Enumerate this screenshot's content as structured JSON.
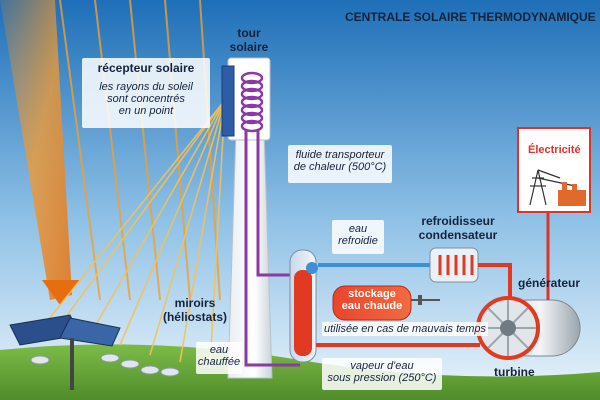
{
  "title": "CENTRALE SOLAIRE THERMODYNAMIQUE",
  "tower": {
    "line1": "tour",
    "line2": "solaire"
  },
  "receiver": {
    "title": "récepteur solaire",
    "desc1": "les rayons du soleil",
    "desc2": "sont concentrés",
    "desc3": "en un point"
  },
  "fluid": {
    "line1": "fluide transporteur",
    "line2": "de chaleur (500°C)"
  },
  "cold_water": {
    "line1": "eau",
    "line2": "refroidie"
  },
  "condenser": {
    "line1": "refroidisseur",
    "line2": "condensateur"
  },
  "electricity": "Électricité",
  "generator": "générateur",
  "storage": {
    "line1": "stockage",
    "line2": "eau chaude",
    "note": "utilisée en cas de mauvais temps"
  },
  "mirrors": {
    "line1": "miroirs",
    "line2": "(héliostats)"
  },
  "heated_water": {
    "line1": "eau",
    "line2": "chauffée"
  },
  "steam": {
    "line1": "vapeur d'eau",
    "line2": "sous pression (250°C)"
  },
  "turbine": "turbine",
  "colors": {
    "sky_top": "#1e6fb8",
    "sky_bottom": "#e6f2fa",
    "grass": "#6aa83a",
    "hot_red": "#e23a22",
    "fluid_purple": "#8a3aa0",
    "cold_blue": "#3d8fd6",
    "electric_red": "#d9352a",
    "ray_orange": "#f0901e"
  }
}
